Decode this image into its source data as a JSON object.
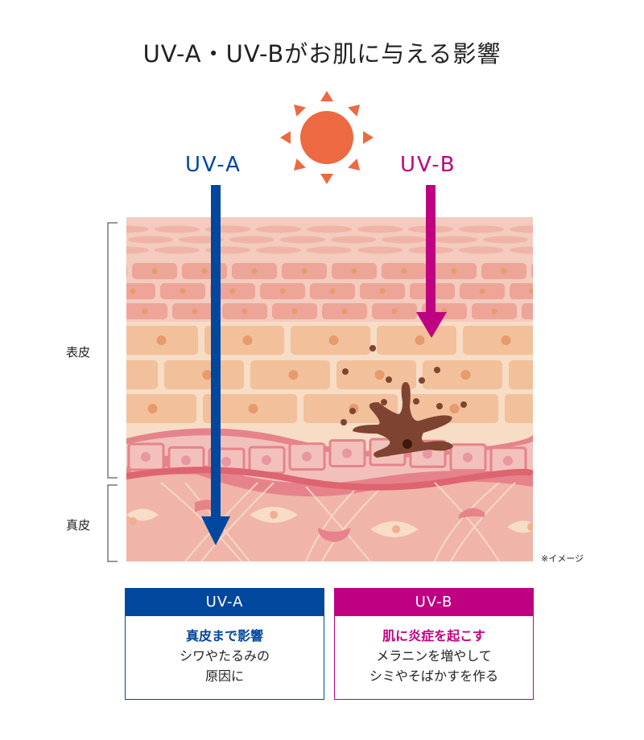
{
  "title": "UV-A・UV-Bがお肌に与える影響",
  "arrows": {
    "uva": "UV-A",
    "uvb": "UV-B"
  },
  "side_labels": {
    "epidermis": "表皮",
    "dermis": "真皮"
  },
  "note": "※イメージ",
  "colors": {
    "uva": "#00479d",
    "uvb": "#be0081",
    "sun": "#ec6941"
  },
  "boxes": [
    {
      "header": "UV-A",
      "highlight": "真皮まで影響",
      "lines": [
        "シワやたるみの",
        "原因に"
      ]
    },
    {
      "header": "UV-B",
      "highlight": "肌に炎症を起こす",
      "lines": [
        "メラニンを増やして",
        "シミやそばかすを作る"
      ]
    }
  ]
}
